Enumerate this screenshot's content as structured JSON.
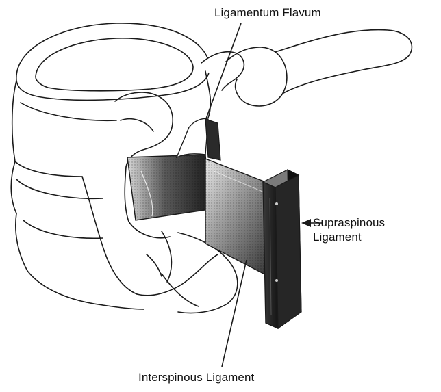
{
  "labels": {
    "ligamentum_flavum": "Ligamentum Flavum",
    "supraspinous_line1": "Supraspinous",
    "supraspinous_line2": "Ligament",
    "interspinous": "Interspinous Ligament"
  },
  "colors": {
    "ink": "#111111",
    "background": "#ffffff",
    "ligament_dark": "#2a2a2a",
    "ligament_mid": "#7a7a7a"
  }
}
